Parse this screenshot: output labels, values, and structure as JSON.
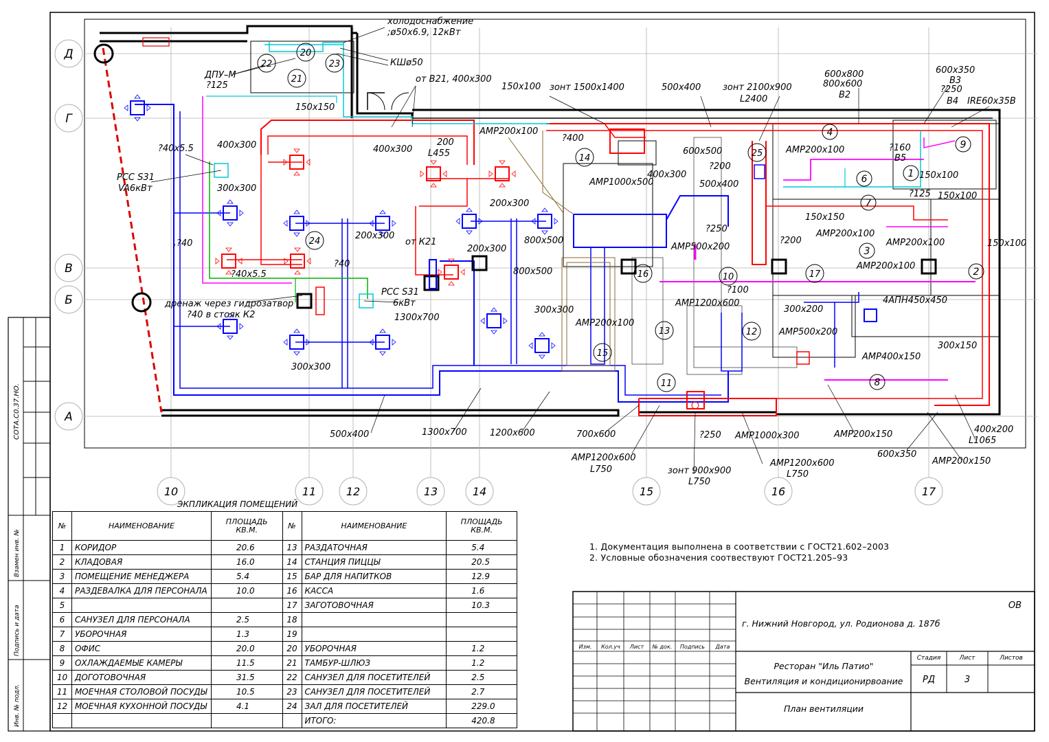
{
  "drawing": {
    "grid_letters": [
      "Д",
      "Г",
      "В",
      "Б",
      "А"
    ],
    "grid_numbers": [
      "10",
      "11",
      "12",
      "13",
      "14",
      "15",
      "16",
      "17"
    ],
    "labels": {
      "cold_supply_1": "холодоснабжение",
      "cold_supply_2": ";ø50x6.9, 12кВт",
      "dpu": "ДПУ–М",
      "dpu_size": "?125",
      "ksh": "КШø50",
      "from_b21": "от В21, 400x300",
      "d150x100": "150x100",
      "zont1": "зонт 1500x1400",
      "d500x400": "500x400",
      "zont2": "зонт 2100x900",
      "zont2_l": "L2400",
      "d600x800": "600x800",
      "d800x600": "800x600",
      "b2": "В2",
      "d600x350": "600x350",
      "b3": "В3",
      "r250": "?250",
      "b4": "В4",
      "ire": "IRE60x35B",
      "d150x150": "150x150",
      "amp200x100_a": "АМР200x100",
      "r400": "?400",
      "r40x55_a": "?40x5.5",
      "d400x300_a": "400x300",
      "d400x300_b": "400x300",
      "d200": "200",
      "l455": "L455",
      "d600x500": "600x500",
      "r200_a": "?200",
      "amp200x100_b": "АМР200x100",
      "r160": "?160",
      "b5": "В5",
      "pcc1": "РСС S31",
      "pcc1_p": "VA6кВт",
      "d300x300_a": "300x300",
      "amp1000x500": "АМР1000x500",
      "d400x300_c": "400x300",
      "d500x400_b": "500x400",
      "d150x100_b": "150x100",
      "r125": "?125",
      "d150x100_c": "150x100",
      "d200x300_a": "200x300",
      "r250_b": "?250",
      "d150x150_b": "150x150",
      "r40": "?40",
      "d200x300_b": "200x300",
      "d200x300_c": "200x300",
      "from_k21": "от К21",
      "d800x500_a": "800x500",
      "amp500x200": "АМР500x200",
      "r200_b": "?200",
      "amp200x100_c": "АМР200x100",
      "amp200x100_d": "АМР200x100",
      "d150x100_d": "150x100",
      "r40_b": "?40",
      "amp200x100_e": "АМР200x100",
      "r40x55_b": "?40x5.5",
      "d800x500_b": "800x500",
      "r100": "?100",
      "pcc2": "РСС S31",
      "pcc2_p": "6кВт",
      "drain": "дренаж через гидрозатвор",
      "drain2": "?40 в стояк К2",
      "d1300x700_a": "1300x700",
      "d300x300_b": "300x300",
      "amp1200x600_a": "АМР1200x600",
      "apn": "4АПН450x450",
      "d300x200": "300x200",
      "amp200x100_f": "АМР200x100",
      "amp500x200_b": "АМР500x200",
      "amp400x150": "АМР400x150",
      "d300x150": "300x150",
      "d300x300_c": "300x300",
      "d500x400_c": "500x400",
      "d1300x700_b": "1300x700",
      "d1200x600": "1200x600",
      "d700x600": "700x600",
      "amp1200x600_b": "АМР1200x600",
      "l750_a": "L750",
      "r250_c": "?250",
      "amp1000x300": "АМР1000x300",
      "amp1200x600_c": "АМР1200x600",
      "l750_b": "L750",
      "zont3": "зонт 900x900",
      "l750_c": "L750",
      "amp200x150_a": "АМР200x150",
      "d400x200": "400x200",
      "l1065": "L1065",
      "d600x350_b": "600x350",
      "amp200x150_b": "АМР200x150"
    },
    "rooms": [
      "1",
      "2",
      "3",
      "4",
      "6",
      "7",
      "8",
      "9",
      "10",
      "11",
      "12",
      "13",
      "14",
      "15",
      "16",
      "17",
      "20",
      "21",
      "22",
      "23",
      "24",
      "25"
    ],
    "side_stamp": "СОТА.С0.37.НО."
  },
  "explication": {
    "caption": "ЭКПЛИКАЦИЯ ПОМЕЩЕНИЙ",
    "headers": {
      "num": "№",
      "name": "НАИМЕНОВАНИЕ",
      "area": "ПЛОЩАДЬ КВ.М."
    },
    "left": [
      {
        "n": "1",
        "name": "КОРИДОР",
        "area": "20.6"
      },
      {
        "n": "2",
        "name": "КЛАДОВАЯ",
        "area": "16.0"
      },
      {
        "n": "3",
        "name": "ПОМЕЩЕНИЕ МЕНЕДЖЕРА",
        "area": "5.4"
      },
      {
        "n": "4",
        "name": "РАЗДЕВАЛКА ДЛЯ ПЕРСОНАЛА",
        "area": "10.0"
      },
      {
        "n": "5",
        "name": "",
        "area": ""
      },
      {
        "n": "6",
        "name": "САНУЗЕЛ ДЛЯ ПЕРСОНАЛА",
        "area": "2.5"
      },
      {
        "n": "7",
        "name": "УБОРОЧНАЯ",
        "area": "1.3"
      },
      {
        "n": "8",
        "name": "ОФИС",
        "area": "20.0"
      },
      {
        "n": "9",
        "name": "ОХЛАЖДАЕМЫЕ КАМЕРЫ",
        "area": "11.5"
      },
      {
        "n": "10",
        "name": "ДОГОТОВОЧНАЯ",
        "area": "31.5"
      },
      {
        "n": "11",
        "name": "МОЕЧНАЯ СТОЛОВОЙ ПОСУДЫ",
        "area": "10.5"
      },
      {
        "n": "12",
        "name": "МОЕЧНАЯ КУХОННОЙ ПОСУДЫ",
        "area": "4.1"
      }
    ],
    "right": [
      {
        "n": "13",
        "name": "РАЗДАТОЧНАЯ",
        "area": "5.4"
      },
      {
        "n": "14",
        "name": "СТАНЦИЯ ПИЦЦЫ",
        "area": "20.5"
      },
      {
        "n": "15",
        "name": "БАР ДЛЯ НАПИТКОВ",
        "area": "12.9"
      },
      {
        "n": "16",
        "name": "КАССА",
        "area": "1.6"
      },
      {
        "n": "17",
        "name": "ЗАГОТОВОЧНАЯ",
        "area": "10.3"
      },
      {
        "n": "18",
        "name": "",
        "area": ""
      },
      {
        "n": "19",
        "name": "",
        "area": ""
      },
      {
        "n": "20",
        "name": "УБОРОЧНАЯ",
        "area": "1.2"
      },
      {
        "n": "21",
        "name": "ТАМБУР-ШЛЮЗ",
        "area": "1.2"
      },
      {
        "n": "22",
        "name": "САНУЗЕЛ ДЛЯ ПОСЕТИТЕЛЕЙ",
        "area": "2.5"
      },
      {
        "n": "23",
        "name": "САНУЗЕЛ ДЛЯ ПОСЕТИТЕЛЕЙ",
        "area": "2.7"
      },
      {
        "n": "24",
        "name": "ЗАЛ ДЛЯ ПОСЕТИТЕЛЕЙ",
        "area": "229.0"
      }
    ],
    "total_label": "ИТОГО:",
    "total_value": "420.8"
  },
  "notes": [
    "1.  Документация выполнена в соответствии с ГОСТ21.602–2003",
    "2.  Условные обозначения соотвествуют ГОСТ21.205–93"
  ],
  "title_block": {
    "code": "ОВ",
    "address": "г. Нижний Новгород, ул. Родионова д. 187б",
    "project_1": "Ресторан \"Иль Патио\"",
    "project_2": "Вентиляция и кондиционирвоание",
    "sheet_title": "План вентиляции",
    "col_izm": "Изм.",
    "col_koluch": "Кол.уч",
    "col_list": "Лист",
    "col_ndok": "№ док.",
    "col_podp": "Подпись",
    "col_data": "Дата",
    "stadia_h": "Стадия",
    "list_h": "Лист",
    "listov_h": "Листов",
    "stadia": "РД",
    "list": "3",
    "listov": ""
  },
  "left_strip": {
    "inv_podl": "Инв. № подл.",
    "podp_data": "Подпись и дата",
    "vzam": "Взамен инв. №"
  },
  "colors": {
    "supply": "#0000ff",
    "exhaust": "#ff0000",
    "cyan": "#00c8d8",
    "magenta": "#ff00ff",
    "green": "#00b000",
    "brown": "#8a6a2a",
    "grid": "#b0b0b0"
  }
}
